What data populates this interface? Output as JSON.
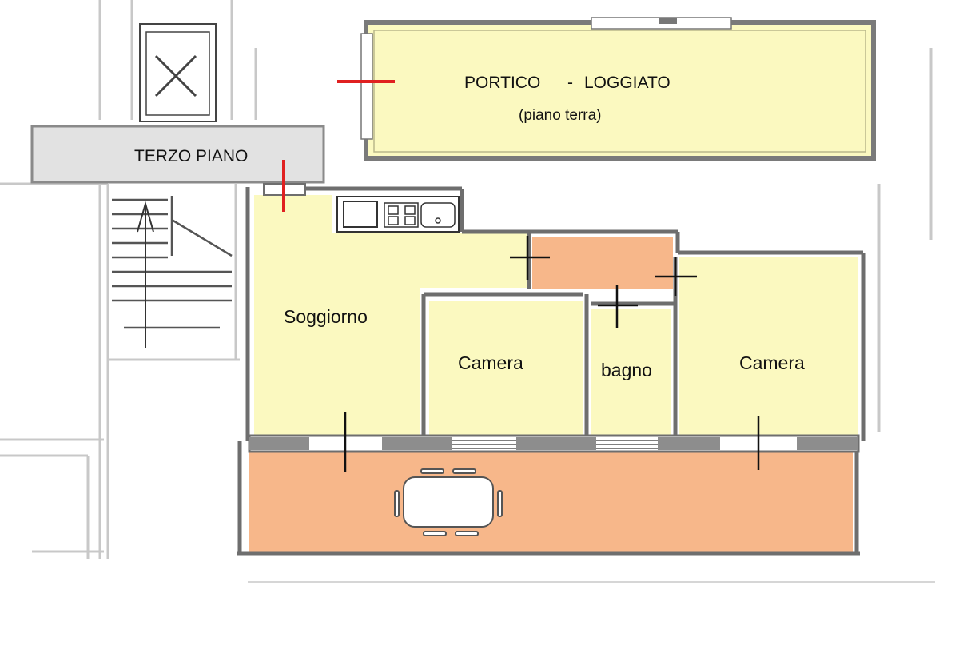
{
  "labels": {
    "portico_title": "PORTICO",
    "portico_dash": "-",
    "portico_title2": "LOGGIATO",
    "portico_subtitle": "(piano terra)",
    "floor": "TERZO PIANO",
    "soggiorno": "Soggiorno",
    "camera_left": "Camera",
    "bagno": "bagno",
    "camera_right": "Camera"
  },
  "colors": {
    "room_yellow": "#fbf9c0",
    "terrace_orange": "#f7b78a",
    "landing_grey": "#e2e2e2",
    "wall_grey": "#7a7a7a",
    "entrance_red": "#e02020",
    "sketch_grey": "#c8c8c8"
  },
  "icons": [
    "kitchen-sink-icon",
    "stove-icon",
    "dining-table-icon",
    "elevator-icon",
    "stair-arrow-icon"
  ]
}
